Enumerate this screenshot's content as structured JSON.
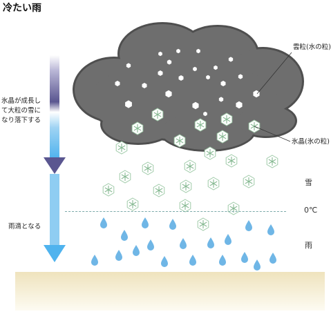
{
  "title": "冷たい雨",
  "labels": {
    "cloud_droplet": "雲粒(水の粒)",
    "ice_crystal": "氷晶(氷の粒)",
    "growth_1": "氷晶が成長し",
    "growth_2": "て大粒の雪に",
    "growth_3": "なり落下する",
    "becomes_rain": "雨滴となる",
    "snow": "雪",
    "freezing": "0℃",
    "rain": "雨"
  },
  "colors": {
    "cloud": "#6a6a6a",
    "cloud_edge": "#4d4d4d",
    "snowflake": "#8fbf9a",
    "raindrop": "#6fb6e6",
    "ground": "#f1e7c6",
    "arrow_top": "#4f4a86",
    "arrow_bottom": "#5bb8ef"
  }
}
